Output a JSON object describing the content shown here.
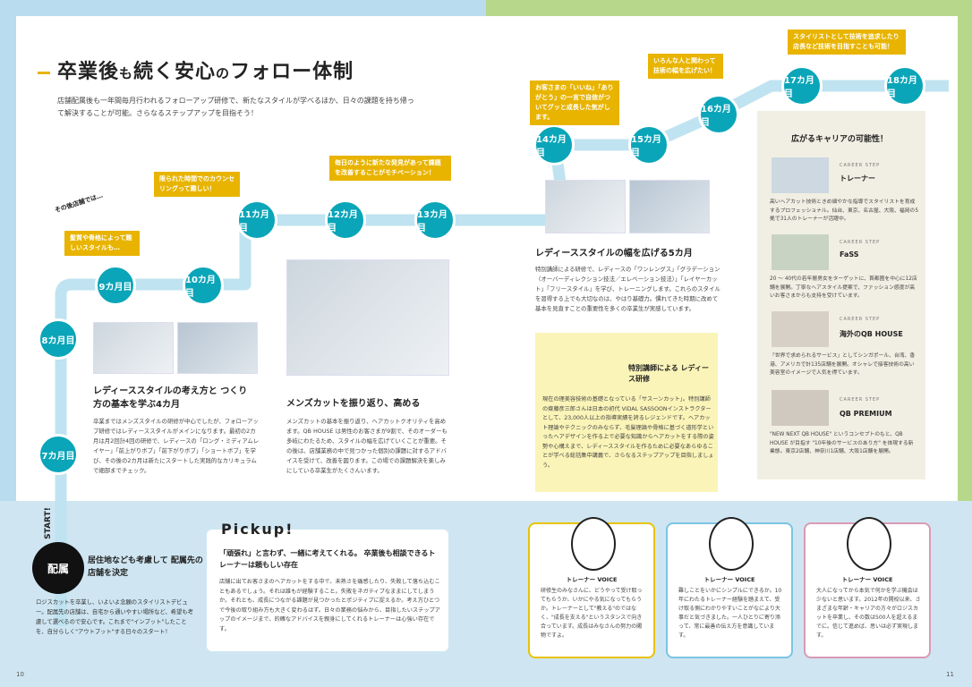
{
  "page": {
    "left_number": "10",
    "right_number": "11"
  },
  "header": {
    "title_a": "卒業後",
    "title_b": "も",
    "title_c": "続く安心",
    "title_d": "の",
    "title_e": "フォロー体制",
    "lead": "店舗配属後も一年間毎月行われるフォローアップ研修で、新たなスタイルが学べるほか、日々の課題を持ち帰って解決することが可能。さらなるステップアップを目指そう！"
  },
  "tagline": "その後店舗では…",
  "route": {
    "nodes": [
      "7カ月目",
      "8カ月目",
      "9カ月目",
      "10カ月目",
      "11カ月目",
      "12カ月目",
      "13カ月目",
      "14カ月目",
      "15カ月目",
      "16カ月目",
      "17カ月目",
      "18カ月目"
    ],
    "bubbles": [
      "髪質や骨格によって難しいスタイルも…",
      "限られた時間でのカウンセリングって難しい！",
      "毎日のように新たな発見があって課題を改善することがモチベーション！",
      "お客さまの「いいね」「ありがとう」の一言で自信がついてグッと成長した気がします。",
      "いろんな人と関わって技術の幅を広げたい！",
      "スタイリストとして技術を追求したり店長など技術を目指すことも可能！"
    ]
  },
  "sections": {
    "ladies4": {
      "title": "レディーススタイルの考え方と つくり方の基本を学ぶ4カ月",
      "body": "卒業まではメンズスタイルの研修が中心でしたが、フォローアップ研修ではレディーススタイルがメインになります。最初の2カ月は月2回計4回の研修で、レディースの「ロング・ミディアムレイヤー」「前上がりボブ」「前下がりボブ」「ショートボブ」を学び、その後の2カ月は新たにスタートした実践的なカリキュラムで細部までチェック。"
    },
    "mens": {
      "title": "メンズカットを振り返り、高める",
      "body": "メンズカットの基本を振り返り、ヘアカットクオリティを高めます。QB HOUSE は男性のお客さまが9割で、そのオーダーも多岐にわたるため、スタイルの幅を広げていくことが重要。その後は、店舗業務の中で見つかった個別の課題に対するアドバイスを受けて、改善を図ります。この場での課題解決を楽しみにしている卒業生がたくさんいます。"
    },
    "ladies5": {
      "title": "レディーススタイルの幅を広げる5カ月",
      "body": "特別講師による研修で、レディースの「ワンレングス」「グラデーション（オーバーディレクション技法／エレベーション技法）」「レイヤーカット」「フリースタイル」を学び、トレーニングします。これらのスタイルを習得する上でも大切なのは、やはり基礎力。慣れてきた時期に改めて基本を見直すことの重要性を多くの卒業生が実感しています。"
    },
    "special": {
      "title": "特別講師による レディース研修",
      "body": "現在の理美容技術の基礎となっている「サスーンカット」。特別講師の齋藤彦三郎さんは日本の初代 VIDAL SASSOONインストラクターとして、23,000人以上の指導実績を誇るレジェンドです。ヘアカット理論やテクニックのみならず、毛髪理論や骨格に基づく道形学といったヘアデザインを作る上で必要な知識からヘアカットをする際の姿勢や心構えまで、レディーススタイルを作るために必要なあらゆることが学べる総括集中講義で、さらなるステップアップを目指しましょう。"
    }
  },
  "career": {
    "title": "広がるキャリアの可能性！",
    "step_label": "CAREER STEP",
    "items": [
      {
        "name": "トレーナー",
        "desc": "高いヘアカット技術ときめ細やかな指導でスタイリストを育成するプロフェッショナル。仙台、東京、名古屋、大阪、福岡の5拠で31人のトレーナーが活躍中。"
      },
      {
        "name": "FaSS",
        "desc": "20 〜 40代の若年層男女をターゲットに、首都圏を中心に12店舗を展開。丁寧なヘアスタイル提案で、ファッション感度が高いお客さまからも支持を受けています。"
      },
      {
        "name": "海外のQB HOUSE",
        "desc": "「世界で求められるサービス」としてシンガポール、台湾、香港、アメリカで計135店舗を展開。オシャレで接客技術の高い美容室のイメージで人気を得ています。"
      },
      {
        "name": "QB PREMIUM",
        "desc": "\"NEW NEXT QB HOUSE\" というコンセプトのもと、QB HOUSE が目指す \"10年後のサービスのあり方\" を体現する新業態。東京2店舗、神奈川1店舗、大阪1店舗を展開。"
      }
    ]
  },
  "start": {
    "label": "START!",
    "circle": "配属",
    "heading": "居住地なども考慮して 配属先の店舗を決定",
    "body": "ロジスカットを卒業し、いよいよ念願のスタイリストデビュー。配属先の店舗は、自宅から通いやすい場所など、希望も考慮して選べるので安心です。これまで\"インプット\"したことを、自分らしく\"アウトプット\"する日々のスタート！"
  },
  "pickup": {
    "label": "Pickup!",
    "heading": "「頑張れ」と言わず、一緒に考えてくれる。 卒業後も相談できるトレーナーは頼もしい存在",
    "body": "店舗に出てお客さまのヘアカットをする中で、未熟さを痛感したり、失敗して落ち込むこともあるでしょう。それは誰もが経験すること。失敗をネガティブなままにしてしまうか。それとも、成長につながる課題が見つかったとポジティブに捉えるか。考え方ひとつで今後の取り組み方も大きく変わるはず。日々の業務の悩みから、目指したいステップアップのイメージまで、的確なアドバイスを親身にしてくれるトレーナーは心強い存在です。"
  },
  "voices": [
    {
      "label": "トレーナー VOICE",
      "text": "研修生のみなさんに、どうやって受け取ってもらうか、いかにやる気になってもらうか。トレーナーとして\"教える\"のではなく、\"成長を支える\"というスタンスで向き合っています。成長はみなさんの努力の賜物ですよ。"
    },
    {
      "label": "トレーナー VOICE",
      "text": "難しことをいかにシンプルにできるか。10年にわたるトレーナー経験を踏まえて、受け取る側にわかりやすいことがなにより大事だと気づきました。一人ひとりに寄り添って、常に最善の伝え方を意識しています。"
    },
    {
      "label": "トレーナー VOICE",
      "text": "大人になってから本気で何かを学ぶ機会は少ないと思います。2012年の開校以来、さまざまな年齢・キャリアの方々がロジスカットを卒業し、その数は500人を超えるまでに。信じて進めば、思いは必ず実現します。"
    }
  ],
  "colors": {
    "teal": "#0aa5b8",
    "yellow": "#e8b400",
    "route": "#bfe3f0"
  }
}
